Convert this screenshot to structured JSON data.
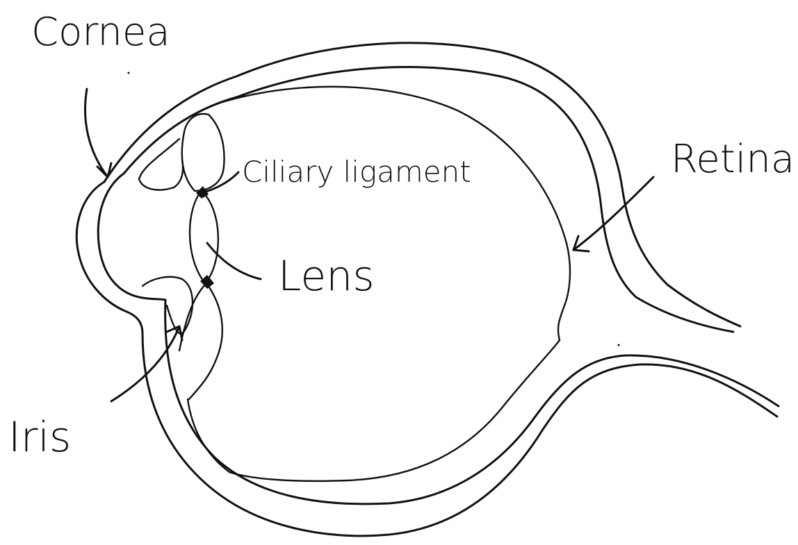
{
  "diagram": {
    "labels": {
      "cornea": "Cornea",
      "ciliary": "Ciliary ligament",
      "retina": "Retina",
      "lens": "Lens",
      "iris": "Iris"
    },
    "colors": {
      "ink": "#111111",
      "background": "#ffffff"
    }
  }
}
